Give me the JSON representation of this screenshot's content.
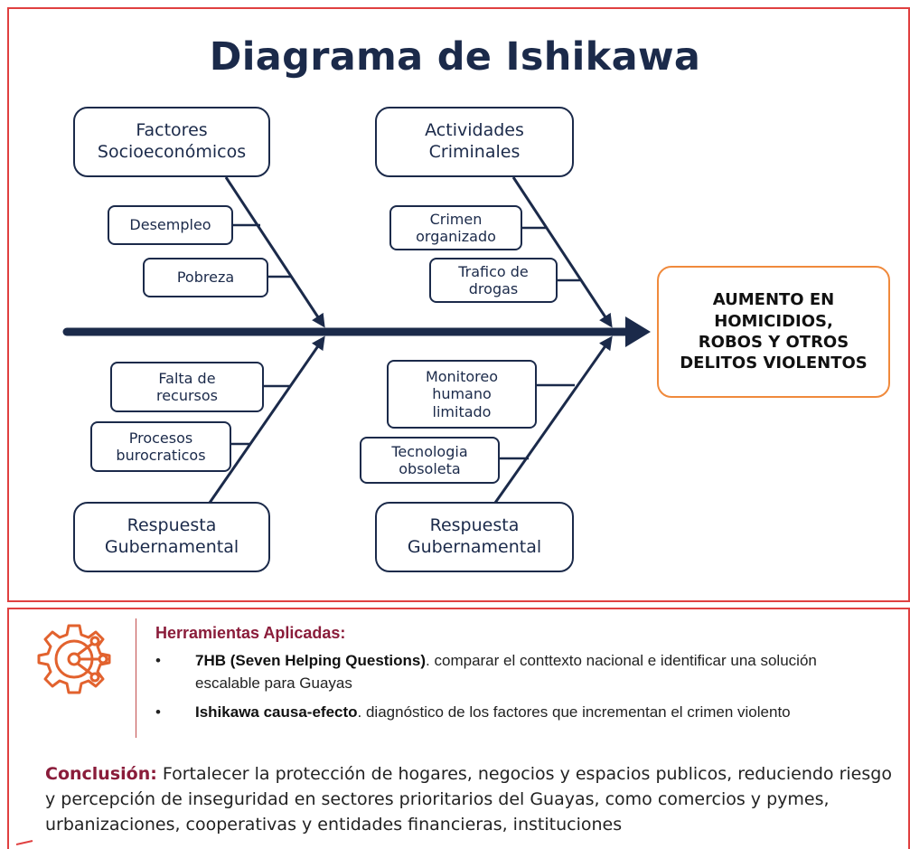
{
  "title": "Diagrama de Ishikawa",
  "categories": {
    "top_left": "Factores\nSocioeconómicos",
    "top_right": "Actividades\nCriminales",
    "bottom_left": "Respuesta\nGubernamental",
    "bottom_right": "Respuesta\nGubernamental"
  },
  "causes": {
    "top_left": [
      "Desempleo",
      "Pobreza"
    ],
    "top_right": [
      "Crimen\norganizado",
      "Trafico de\ndrogas"
    ],
    "bottom_left": [
      "Falta de\nrecursos",
      "Procesos\nburocraticos"
    ],
    "bottom_right": [
      "Monitoreo\nhumano\nlimitado",
      "Tecnologia\nobsoleta"
    ]
  },
  "effect": "AUMENTO EN\nHOMICIDIOS,\nROBOS Y OTROS\nDELITOS VIOLENTOS",
  "tools": {
    "heading": "Herramientas Aplicadas:",
    "items": [
      {
        "bullet": "•",
        "name": "7HB (Seven Helping Questions)",
        "description": ". comparar el conttexto nacional e identificar una solución escalable para Guayas"
      },
      {
        "bullet": "•",
        "name": "Ishikawa causa-efecto",
        "description": ". diagnóstico de los factores que incrementan el crimen violento"
      }
    ]
  },
  "conclusion": {
    "label": "Conclusión:",
    "text": " Fortalecer la protección de hogares, negocios y espacios publicos, reduciendo riesgo y percepción de inseguridad en sectores prioritarios del Guayas, como comercios y pymes, urbanizaciones, cooperativas y entidades financieras, instituciones"
  },
  "colors": {
    "navy": "#1b2a4a",
    "accent_orange": "#f08a3c",
    "border_red": "#e04040",
    "heading_maroon": "#8a1c3a"
  },
  "icons": [
    "gear-network-icon"
  ]
}
